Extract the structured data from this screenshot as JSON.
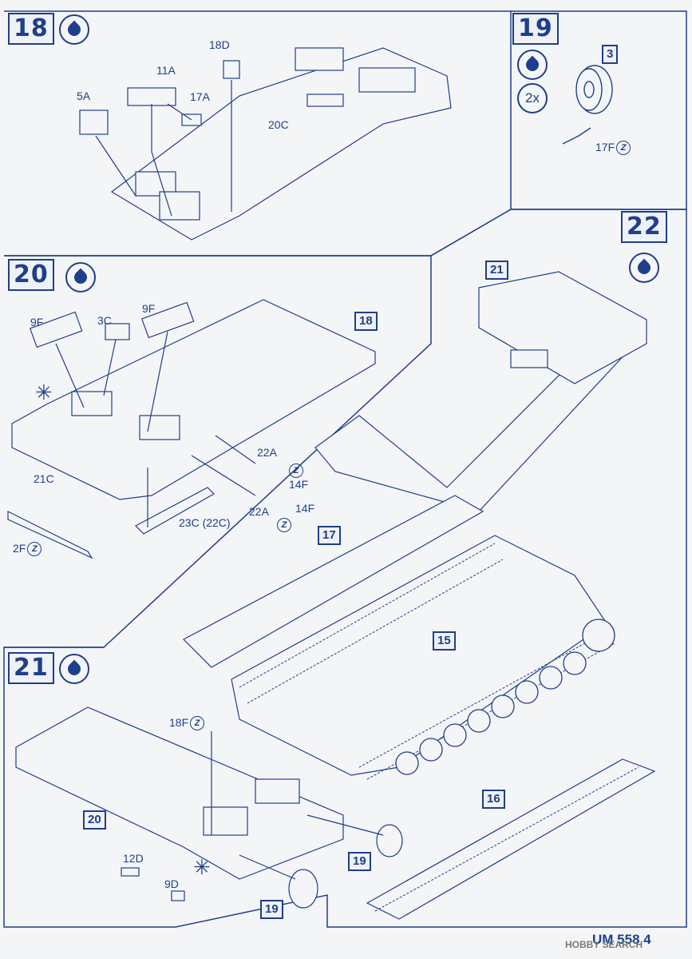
{
  "steps": [
    {
      "number": "18",
      "parts": [
        "18D",
        "11A",
        "17A",
        "5A",
        "20C"
      ]
    },
    {
      "number": "19",
      "quantity": "2x",
      "ref": "3",
      "parts": [
        "17F"
      ]
    },
    {
      "number": "20",
      "ref": "18",
      "parts": [
        "9F",
        "3C",
        "9F",
        "21C",
        "22A",
        "14F",
        "22A",
        "14F",
        "23C (22C)",
        "2F"
      ]
    },
    {
      "number": "21",
      "ref": "20",
      "refs2": [
        "19",
        "19"
      ],
      "parts": [
        "18F",
        "12D",
        "9D"
      ]
    },
    {
      "number": "22",
      "refs": [
        "21",
        "17",
        "15",
        "16"
      ]
    }
  ],
  "footer": {
    "code": "UM 558",
    "page": "4"
  },
  "watermark": "HOBBY SEARCH"
}
